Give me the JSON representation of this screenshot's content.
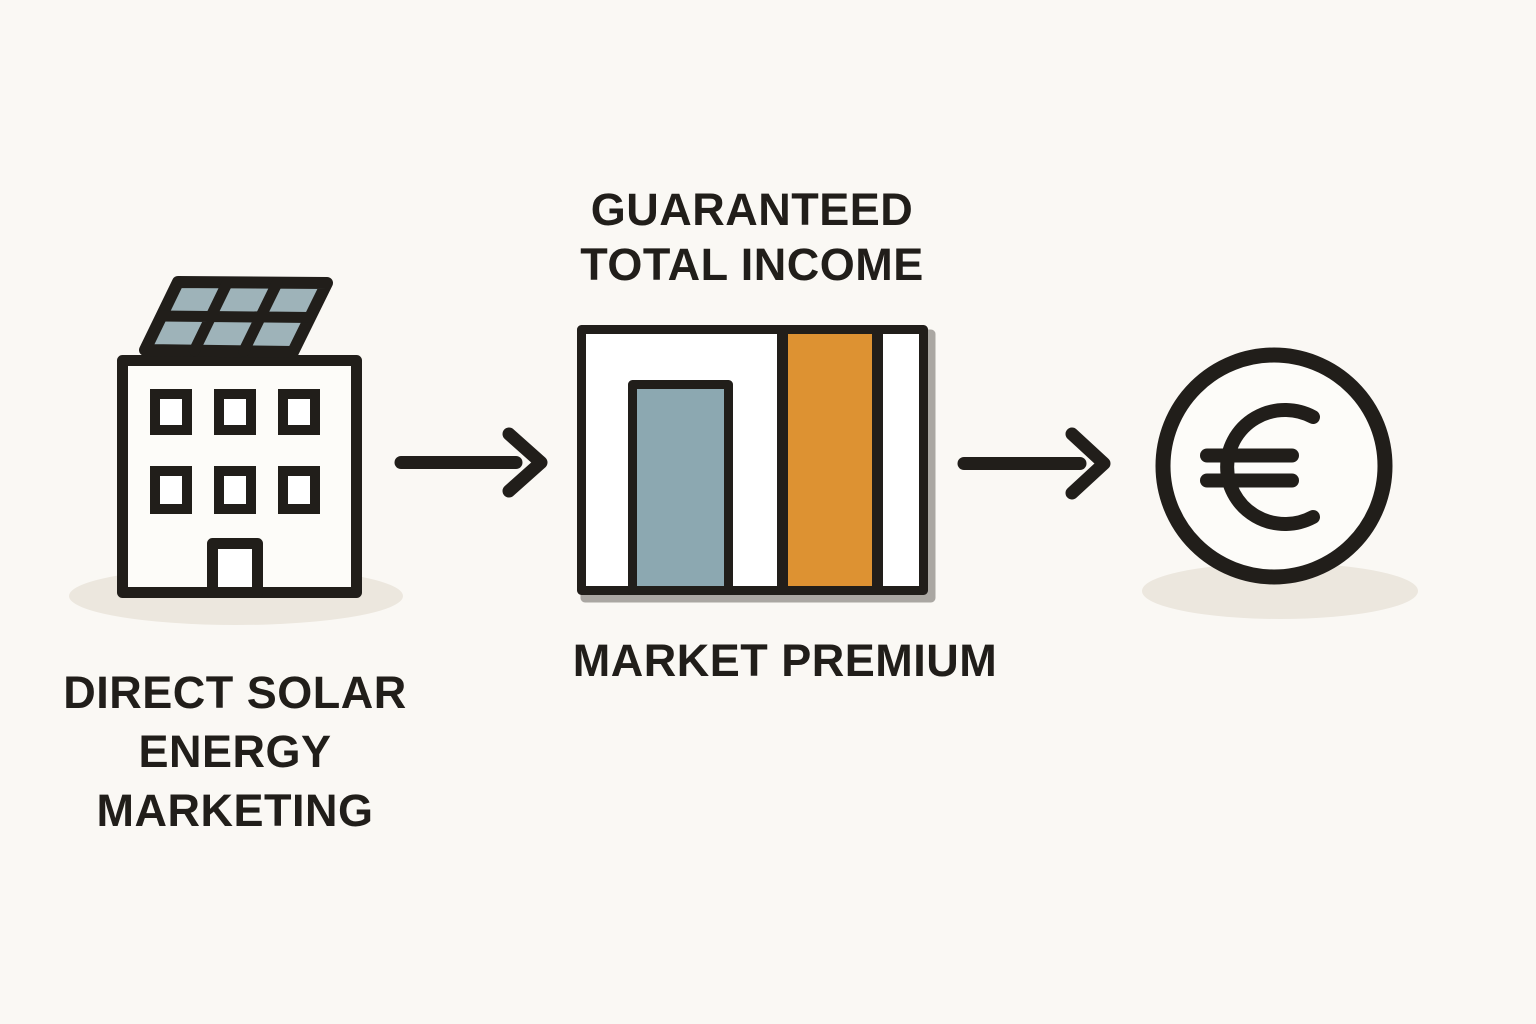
{
  "diagram": {
    "title_implicit": "Direct solar energy marketing flow",
    "flow_order": [
      "source",
      "income_composition",
      "payout"
    ],
    "nodes": [
      {
        "id": "source",
        "icon": "solar-building-icon",
        "label": "DIRECT SOLAR\nENERGY\nMARKETING"
      },
      {
        "id": "income_composition",
        "icon": "income-bar-box-icon",
        "label_above": "GUARANTEED\nTOTAL INCOME",
        "label_below": "MARKET PREMIUM"
      },
      {
        "id": "payout",
        "icon": "euro-coin-icon",
        "symbol": "€"
      }
    ],
    "connectors": [
      {
        "from": "source",
        "to": "income_composition",
        "type": "arrow-right"
      },
      {
        "from": "income_composition",
        "to": "payout",
        "type": "arrow-right"
      }
    ],
    "income_box_segments": [
      {
        "name": "guaranteed-income-bar",
        "color": "#8ca8b1",
        "fill_height": "partial"
      },
      {
        "name": "market-premium-bar",
        "color": "#dd9232",
        "fill_height": "full"
      },
      {
        "name": "empty-column",
        "color": "#ffffff",
        "fill_height": "empty"
      }
    ]
  },
  "labels": {
    "source": "DIRECT SOLAR\nENERGY\nMARKETING",
    "income_top": "GUARANTEED\nTOTAL INCOME",
    "income_bottom": "MARKET PREMIUM"
  },
  "colors": {
    "background": "#faf8f4",
    "ink": "#211e1a",
    "bar_blue": "#8ca8b1",
    "panel_cell_blue": "#9eb3b9",
    "premium_orange": "#dd9232",
    "soft_shadow": "#ece7de",
    "icon_fill": "#fdfcf9"
  }
}
